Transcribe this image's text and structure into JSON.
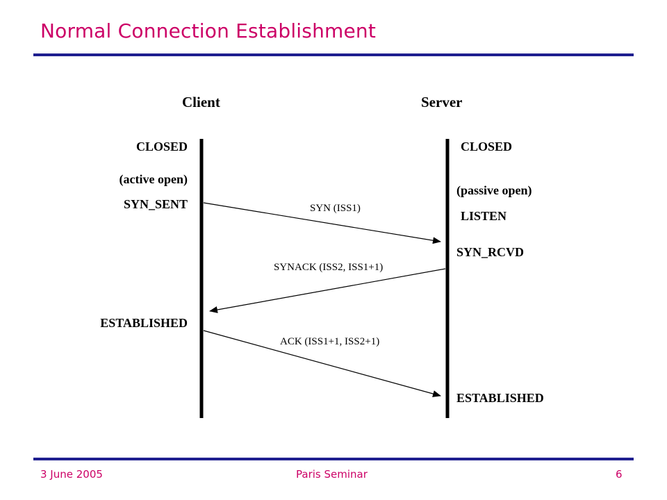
{
  "title": "Normal Connection Establishment",
  "diagram": {
    "client_header": "Client",
    "server_header": "Server",
    "client_states": {
      "closed": "CLOSED",
      "active_open": "(active open)",
      "syn_sent": "SYN_SENT",
      "established": "ESTABLISHED"
    },
    "server_states": {
      "closed": "CLOSED",
      "passive_open": "(passive open)",
      "listen": "LISTEN",
      "syn_rcvd": "SYN_RCVD",
      "established": "ESTABLISHED"
    },
    "messages": {
      "syn": "SYN (ISS1)",
      "synack": "SYNACK (ISS2,  ISS1+1)",
      "ack": "ACK (ISS1+1, ISS2+1)"
    }
  },
  "footer": {
    "date": "3 June 2005",
    "event": "Paris Seminar",
    "page": "6"
  },
  "colors": {
    "title": "#cc0066",
    "rule": "#1f1f8f",
    "footer": "#cc0066"
  }
}
